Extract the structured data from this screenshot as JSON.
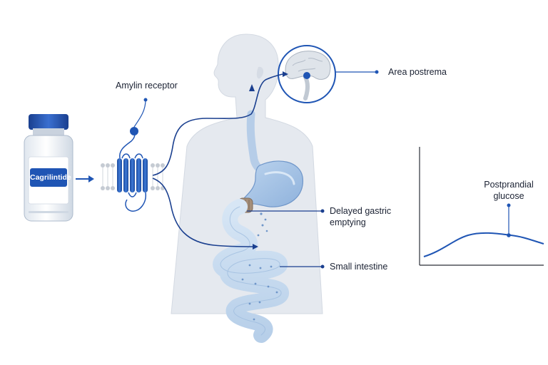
{
  "vial": {
    "label": "Cagrilintide"
  },
  "labels": {
    "amylin_receptor": "Amylin receptor",
    "area_postrema": "Area postrema",
    "delayed_gastric_line1": "Delayed gastric",
    "delayed_gastric_line2": "emptying",
    "small_intestine": "Small intestine",
    "postprandial_line1": "Postprandial",
    "postprandial_line2": "glucose"
  },
  "colors": {
    "accent": "#1f55b4",
    "dark_blue": "#1a3f8f",
    "silhouette": "#e3e7ed",
    "organ": "#c9ddf0"
  }
}
